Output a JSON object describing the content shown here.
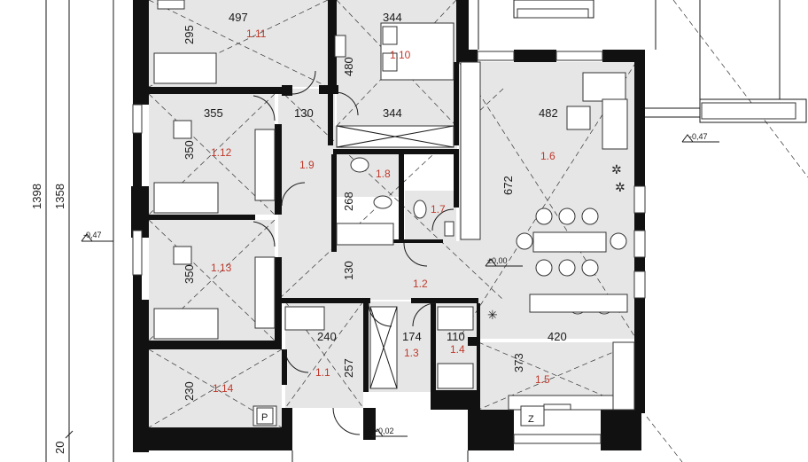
{
  "rooms": [
    {
      "id": "r111",
      "label": "1.11"
    },
    {
      "id": "r110",
      "label": "1.10"
    },
    {
      "id": "r112",
      "label": "1.12"
    },
    {
      "id": "r19",
      "label": "1.9"
    },
    {
      "id": "r18",
      "label": "1.8"
    },
    {
      "id": "r17",
      "label": "1.7"
    },
    {
      "id": "r16",
      "label": "1.6"
    },
    {
      "id": "r113",
      "label": "1.13"
    },
    {
      "id": "r12",
      "label": "1.2"
    },
    {
      "id": "r13",
      "label": "1.3"
    },
    {
      "id": "r14",
      "label": "1.4"
    },
    {
      "id": "r15",
      "label": "1.5"
    },
    {
      "id": "r11",
      "label": "1.1"
    },
    {
      "id": "r114",
      "label": "1.14"
    }
  ],
  "dimensions": {
    "d497": "497",
    "d344top": "344",
    "d295": "295",
    "d480": "480",
    "d355": "355",
    "d130a": "130",
    "d344mid": "344",
    "d482": "482",
    "d350a": "350",
    "d268": "268",
    "d672": "672",
    "d350b": "350",
    "d130b": "130",
    "d240": "240",
    "d174": "174",
    "d110": "110",
    "d420": "420",
    "d257": "257",
    "d373": "373",
    "d230": "230",
    "overall_outer": "1398",
    "overall_inner": "1358",
    "bottom_20": "20"
  },
  "levels": {
    "left": "-0,47",
    "right": "-0,47",
    "center": "±0,00",
    "entrance": "-0,02"
  },
  "tags": {
    "pantry": "P",
    "zone": "Z"
  }
}
